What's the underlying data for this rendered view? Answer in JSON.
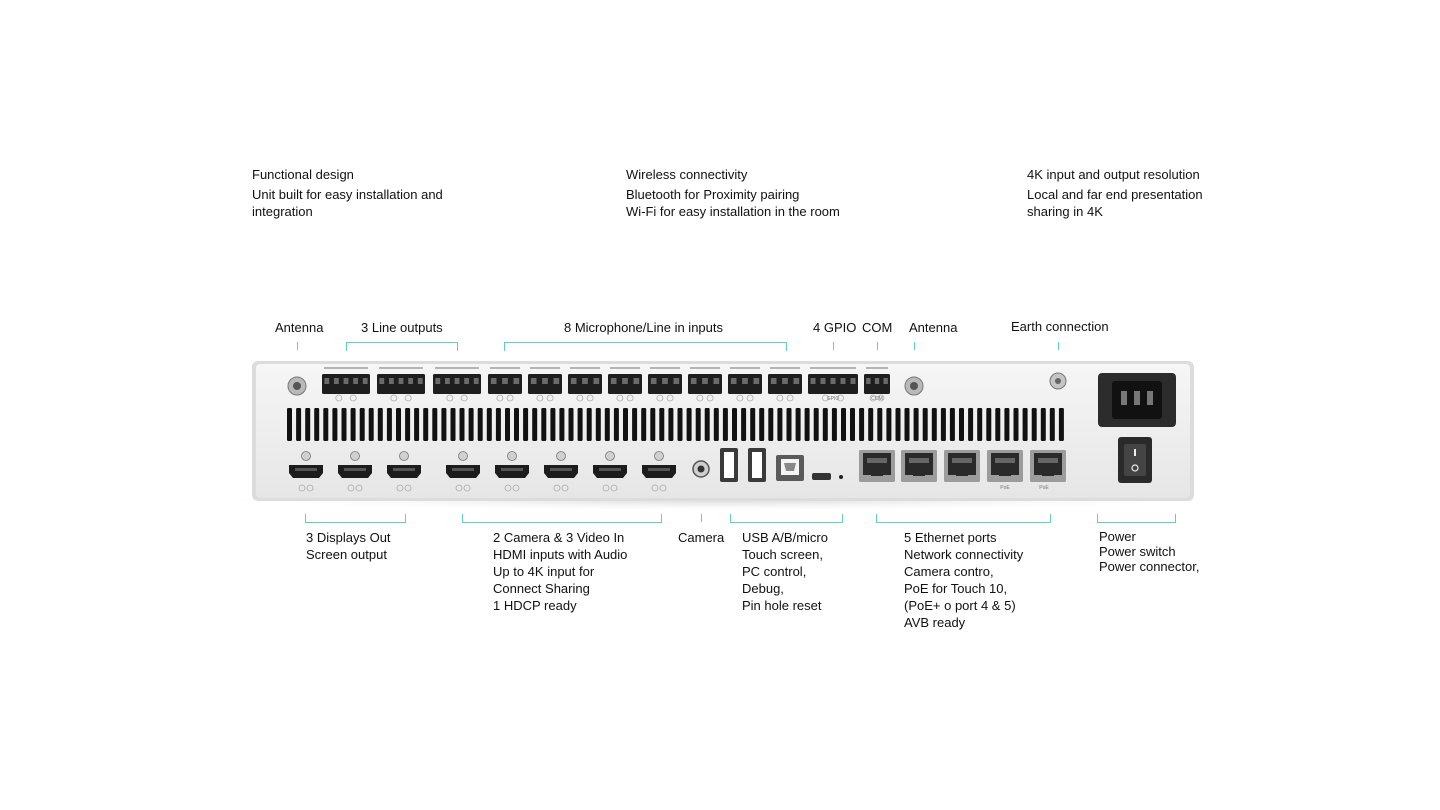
{
  "features": [
    {
      "title": "Functional design",
      "lines": [
        "Unit built for easy installation and",
        "integration"
      ]
    },
    {
      "title": "Wireless connectivity",
      "lines": [
        "Bluetooth for Proximity pairing",
        "Wi-Fi for easy installation in the room"
      ]
    },
    {
      "title": "4K input and output resolution",
      "lines": [
        "Local and far end presentation",
        "sharing in 4K"
      ]
    }
  ],
  "top_callouts": {
    "antenna_left": "Antenna",
    "line_outputs": "3 Line outputs",
    "mic_line_inputs": "8 Microphone/Line in inputs",
    "gpio": "4 GPIO",
    "com": "COM",
    "antenna_right": "Antenna",
    "earth": "Earth connection"
  },
  "bottom_callouts": {
    "displays": [
      "3 Displays Out",
      "Screen output"
    ],
    "hdmi_inputs": [
      "2 Camera & 3 Video In",
      "HDMI inputs with Audio",
      "Up to 4K input for",
      "Connect Sharing",
      "1 HDCP ready"
    ],
    "camera": [
      "Camera"
    ],
    "usb": [
      "USB A/B/micro",
      "Touch screen,",
      "PC control,",
      "Debug,",
      "Pin hole reset"
    ],
    "ethernet": [
      "5 Ethernet ports",
      "Network connectivity",
      "Camera contro,",
      "PoE for Touch 10,",
      "(PoE+ o port 4 & 5)",
      "AVB ready"
    ],
    "power": [
      "Power",
      "Power switch",
      "Power connector,"
    ]
  },
  "port_markings": {
    "gpio": "GPIO",
    "com": "COM",
    "poe": "PoE"
  },
  "colors": {
    "leader": "#5fcfc6",
    "chassis": "#ececec",
    "port_dark": "#1a1a1a"
  }
}
